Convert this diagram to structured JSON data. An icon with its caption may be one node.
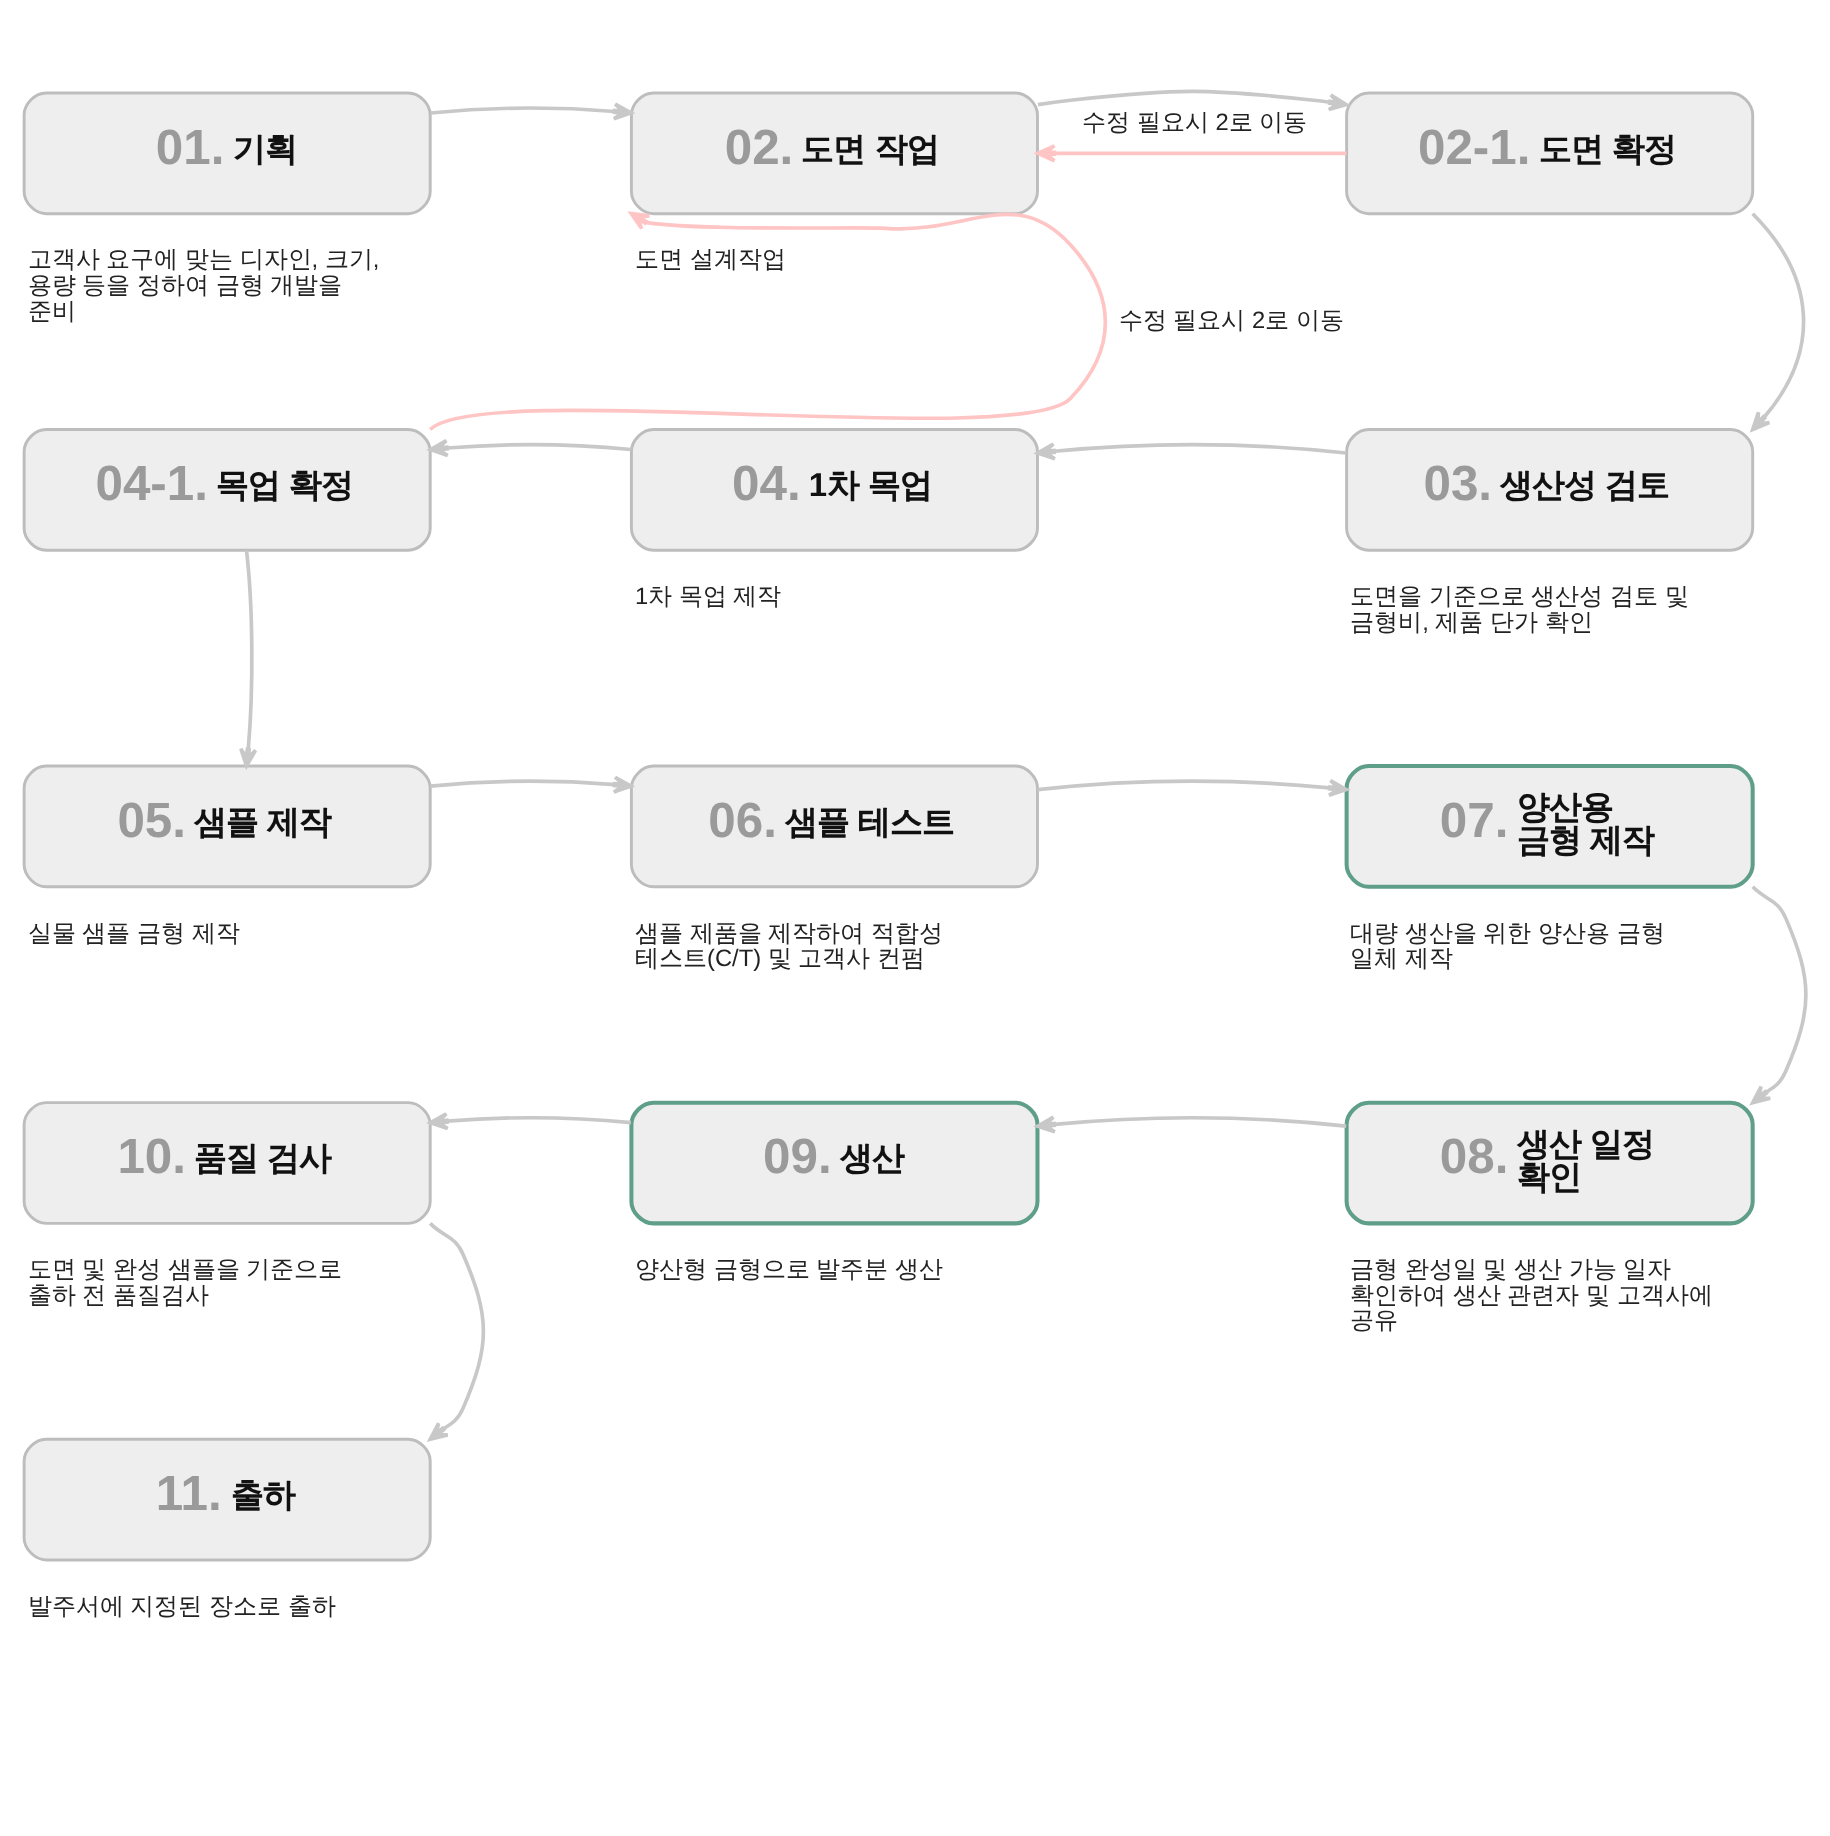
{
  "diagram": {
    "nodes": [
      {
        "text": [
          "01.",
          "기획"
        ],
        "beside": [
          "고객사 요구에 맞는 디자인, 크기, 용량 등을 정하여 금형 개발을 준비"
        ]
      },
      {
        "text": [
          "02.",
          "도면 작업"
        ],
        "beside": [
          "도면 설계작업"
        ]
      },
      {
        "text": [
          "02-1.",
          "도면 확정"
        ]
      },
      {
        "text": [
          "04-1.",
          "목업 확정"
        ]
      },
      {
        "text": [
          "04.",
          "1차 목업"
        ],
        "beside": [
          "1차 목업 제작"
        ]
      },
      {
        "text": [
          "03.",
          "생산성 검토"
        ],
        "beside": [
          "도면을 기준으로 생산성 검토 및 금형비, 제품 단가 확인"
        ]
      },
      {
        "text": [
          "05.",
          "샘플 제작"
        ],
        "beside": [
          "실물 샘플 금형 제작"
        ]
      },
      {
        "text": [
          "06.",
          "샘플 테스트"
        ],
        "beside": [
          "샘플 제품을 제작하여 적합성 테스트(C/T) 및 고객사 컨펌"
        ]
      },
      {
        "text": [
          "07.",
          "양산용 금형 제작"
        ],
        "beside": [
          "대량 생산을 위한 양산용 금형 일체 제작"
        ]
      },
      {
        "text": [
          "10.",
          "품질 검사"
        ],
        "beside": [
          "도면 및 완성 샘플을 기준으로 출하 전 품질검사"
        ]
      },
      {
        "text": [
          "09.",
          "생산"
        ],
        "beside": [
          "양산형 금형으로 발주분 생산"
        ]
      },
      {
        "text": [
          "08.",
          "생산 일정 확인"
        ],
        "beside": [
          "금형 완성일 및 생산 가능 일자 확인하여 생산 관련자 및 고객사에 공유"
        ]
      },
      {
        "text": [
          "11.",
          "출하"
        ],
        "beside": [
          "발주서에 지정된 장소로 출하"
        ]
      }
    ],
    "edges": [
      {
        "from": 0,
        "to": 1,
        "arrow": "to"
      },
      {
        "from": 1,
        "to": 2,
        "arrow": "to"
      },
      {
        "from": 2,
        "to": 1,
        "arrow": "to",
        "label": "수정 필요시 2로 이동",
        "color": "#ffc4c4"
      },
      {
        "from": 2,
        "to": 5,
        "arrow": "to"
      },
      {
        "from": 5,
        "to": 4,
        "arrow": "to"
      },
      {
        "from": 4,
        "to": 3,
        "arrow": "to"
      },
      {
        "from": 3,
        "to": 1,
        "arrow": "to",
        "label": "수정 필요시 2로 이동",
        "color": "#ffc4c4"
      },
      {
        "from": 3,
        "to": 6,
        "arrow": "to"
      },
      {
        "from": 6,
        "to": 7,
        "arrow": "to"
      },
      {
        "from": 7,
        "to": 8,
        "arrow": "to"
      },
      {
        "from": 8,
        "to": 11,
        "arrow": "to"
      },
      {
        "from": 11,
        "to": 10,
        "arrow": "to"
      },
      {
        "from": 10,
        "to": 9,
        "arrow": "to"
      },
      {
        "from": 9,
        "to": 12,
        "arrow": "to"
      }
    ]
  }
}
